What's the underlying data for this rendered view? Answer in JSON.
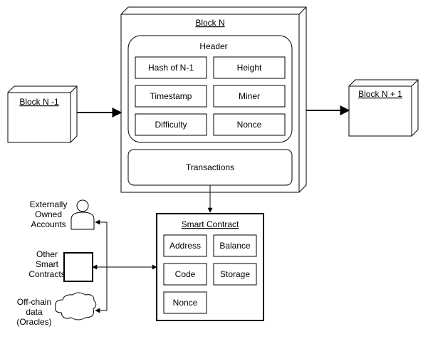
{
  "prev_block": {
    "label": "Block N -1"
  },
  "next_block": {
    "label": "Block N + 1"
  },
  "block": {
    "title": "Block N",
    "header": {
      "title": "Header",
      "fields": [
        "Hash of N-1",
        "Height",
        "Timestamp",
        "Miner",
        "Difficulty",
        "Nonce"
      ]
    },
    "transactions_label": "Transactions"
  },
  "smart_contract": {
    "title": "Smart Contract",
    "fields": [
      "Address",
      "Balance",
      "Code",
      "Storage",
      "Nonce"
    ]
  },
  "actors": {
    "eoa": [
      "Externally",
      "Owned",
      "Accounts"
    ],
    "other_contracts": [
      "Other",
      "Smart",
      "Contracts"
    ],
    "oracles": [
      "Off-chain",
      "data",
      "(Oracles)"
    ]
  },
  "icons": {
    "eoa": "user-icon",
    "other_contracts": "square-icon",
    "oracles": "cloud-icon"
  },
  "colors": {
    "stroke": "#000000",
    "fill": "#ffffff"
  }
}
